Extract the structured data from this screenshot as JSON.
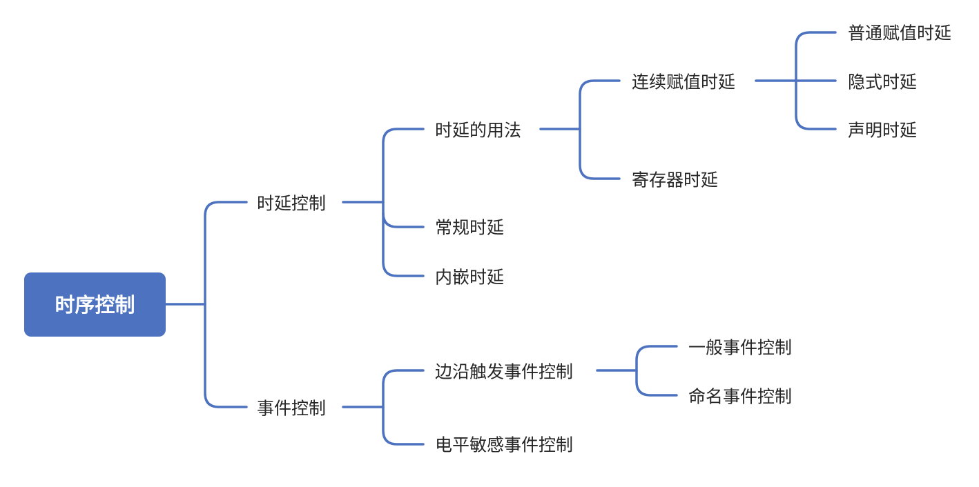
{
  "colors": {
    "accent": "#4c72c0",
    "root_text": "#ffffff",
    "node_text": "#262626",
    "background": "#ffffff"
  },
  "mindmap": {
    "root": "时序控制",
    "branch_delay": {
      "label": "时延控制",
      "usage": {
        "label": "时延的用法",
        "continuous": {
          "label": "连续赋值时延",
          "regular": "普通赋值时延",
          "implicit": "隐式时延",
          "declaration": "声明时延"
        },
        "register": "寄存器时延"
      },
      "regular": "常规时延",
      "inline": "内嵌时延"
    },
    "branch_event": {
      "label": "事件控制",
      "edge": {
        "label": "边沿触发事件控制",
        "general": "一般事件控制",
        "named": "命名事件控制"
      },
      "level": "电平敏感事件控制"
    }
  }
}
